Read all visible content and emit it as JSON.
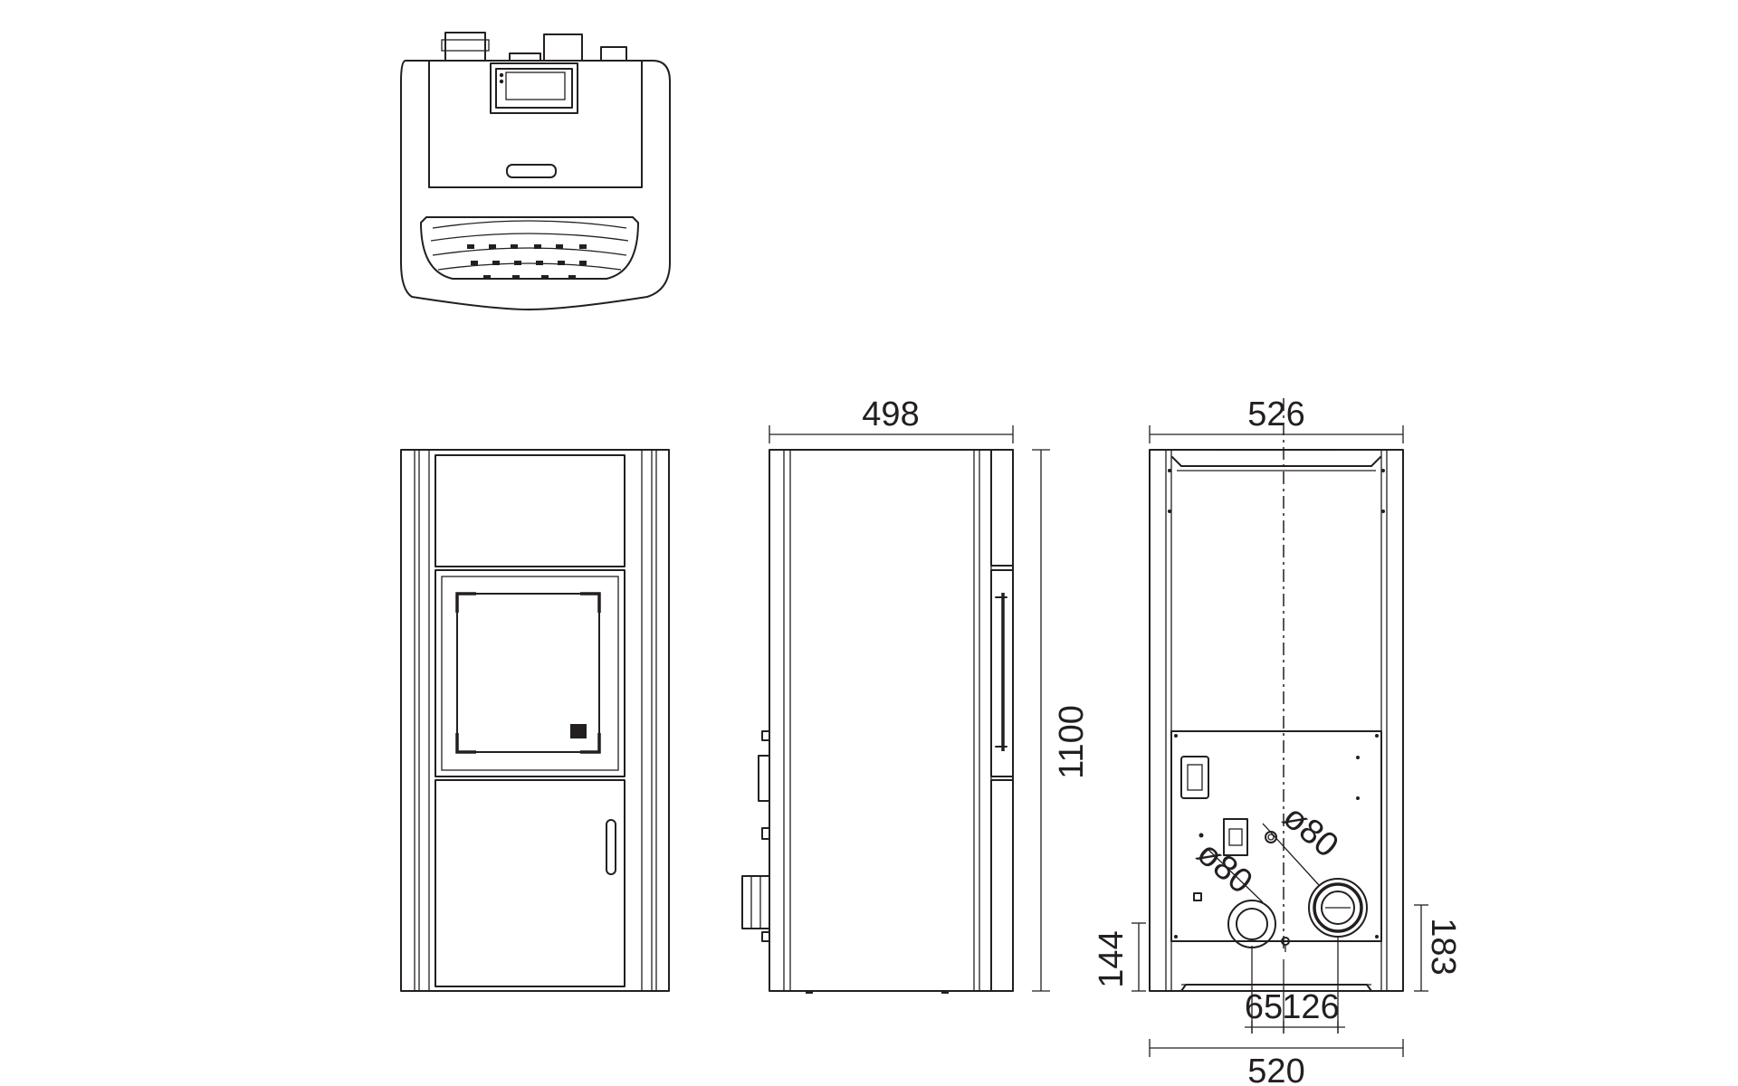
{
  "dimensions": {
    "side_width": "498",
    "height": "1100",
    "rear_top_width": "526",
    "rear_bottom_width": "520",
    "inlet_height": "144",
    "outlet_height": "183",
    "inlet_offset": "65",
    "outlet_offset": "126",
    "inlet_diameter": "ø80",
    "outlet_diameter": "ø80"
  },
  "colors": {
    "line": "#231f20",
    "background": "#ffffff"
  }
}
